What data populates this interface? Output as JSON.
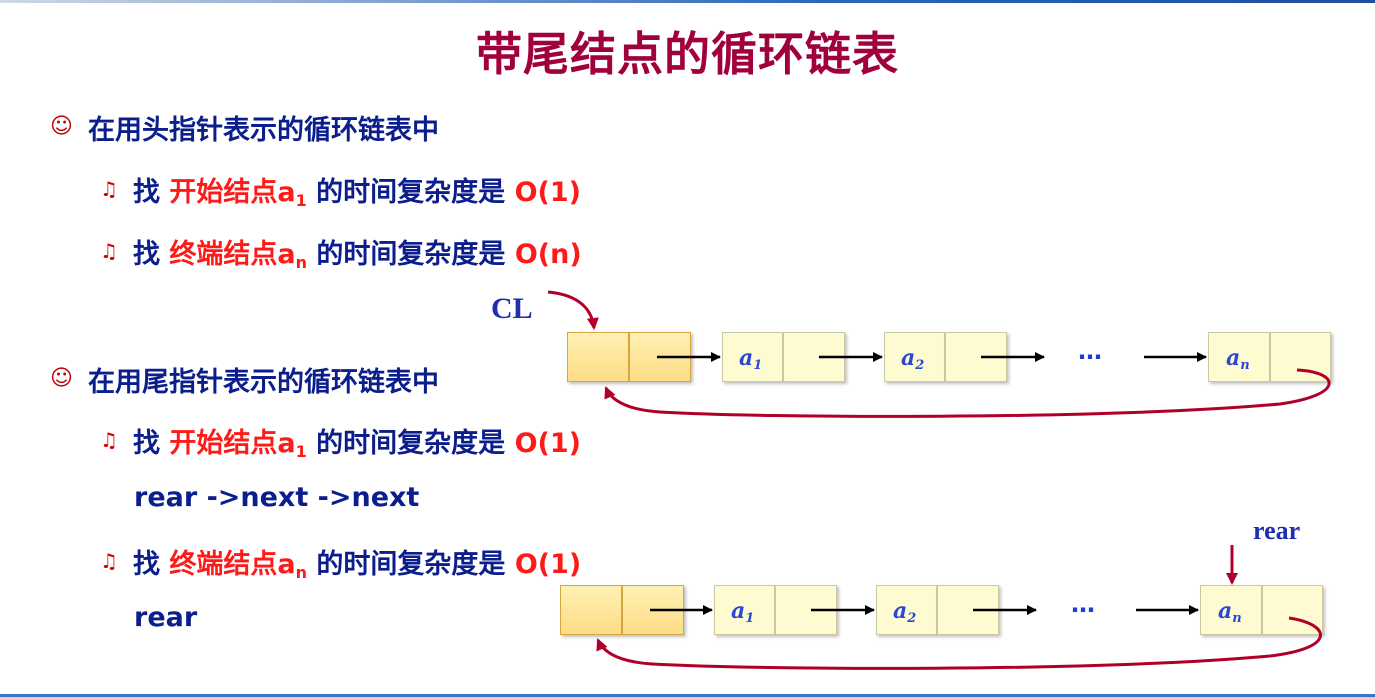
{
  "title": "带尾结点的循环链表",
  "section1": {
    "heading": "在用头指针表示的循环链表中",
    "item1": {
      "prefix": "找 ",
      "highlight": "开始结点a",
      "sub": "1",
      "middle": " 的时间复杂度是 ",
      "complexity": "O(1)"
    },
    "item2": {
      "prefix": "找 ",
      "highlight": "终端结点a",
      "sub": "n",
      "middle": " 的时间复杂度是 ",
      "complexity": "O(n)"
    }
  },
  "section2": {
    "heading": "在用尾指针表示的循环链表中",
    "item1": {
      "prefix": "找 ",
      "highlight": "开始结点a",
      "sub": "1",
      "middle": " 的时间复杂度是 ",
      "complexity": "O(1)"
    },
    "item1_code": "rear ->next ->next",
    "item2": {
      "prefix": "找 ",
      "highlight": "终端结点a",
      "sub": "n",
      "middle": " 的时间复杂度是 ",
      "complexity": "O(1)"
    },
    "item2_code": "rear"
  },
  "diagram1": {
    "pointer_label": "CL",
    "nodes": [
      {
        "name": "a",
        "sub": "1"
      },
      {
        "name": "a",
        "sub": "2"
      },
      {
        "name": "a",
        "sub": "n"
      }
    ],
    "ellipsis": "…"
  },
  "diagram2": {
    "pointer_label": "rear",
    "nodes": [
      {
        "name": "a",
        "sub": "1"
      },
      {
        "name": "a",
        "sub": "2"
      },
      {
        "name": "a",
        "sub": "n"
      }
    ],
    "ellipsis": "…"
  },
  "colors": {
    "title": "#a0003c",
    "highlight": "#ff1a1a",
    "text": "#0b1e8c",
    "arrow_curve": "#b0002a",
    "node_fill": "#fffbd0",
    "head_fill": "#fddc85"
  },
  "icons": {
    "level1_bullet": "smiley-icon",
    "level2_bullet": "music-note-icon"
  }
}
